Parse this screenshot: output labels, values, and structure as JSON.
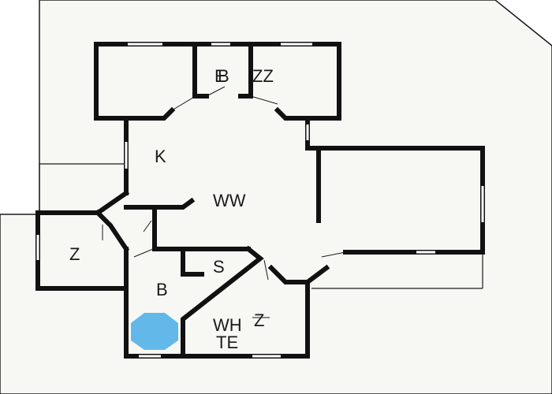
{
  "colors": {
    "ground": "#f7f8f4",
    "outline": "#1b1b1b",
    "wall": "#111111",
    "window": "#ffffff",
    "hot_tub": "#63b8ea"
  },
  "rooms": [
    {
      "id": "bedroom-1",
      "label": "E"
    },
    {
      "id": "bedroom-2",
      "label": "ZZ"
    },
    {
      "id": "bedroom-3",
      "label": "K"
    },
    {
      "id": "living",
      "label": "WW"
    },
    {
      "id": "bath-z",
      "label": "Z"
    },
    {
      "id": "shower",
      "label": "S"
    },
    {
      "id": "bath-b",
      "label": "B"
    },
    {
      "id": "utility-z",
      "label": "Z"
    },
    {
      "id": "utility-wh",
      "label": "WH"
    },
    {
      "id": "utility-te",
      "label": "TE"
    },
    {
      "id": "hall",
      "label": "B"
    }
  ],
  "icons": {
    "hot_tub": "octagon-hot-tub-icon"
  }
}
